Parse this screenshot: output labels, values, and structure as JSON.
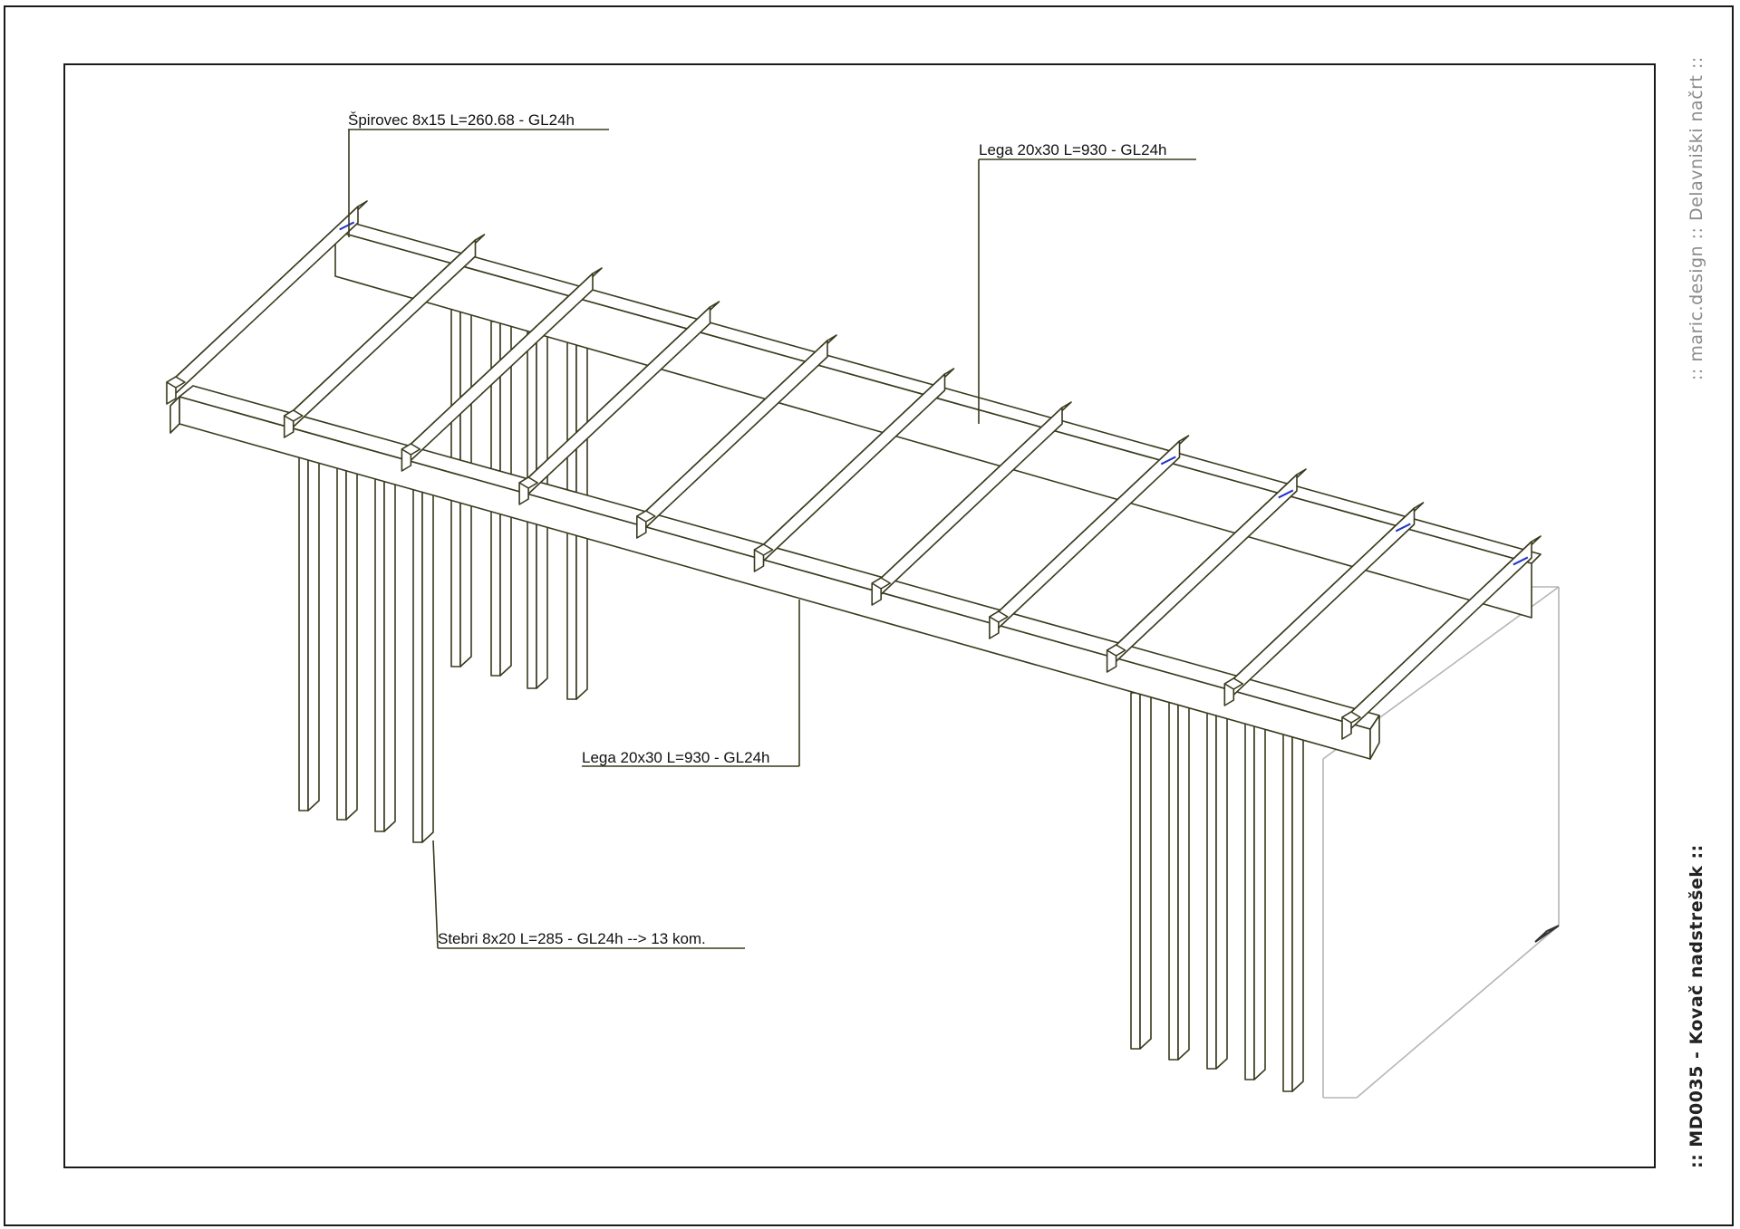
{
  "title_block": {
    "top_text": ":: maric.design :: Delavniški načrt ::",
    "bottom_text": ":: MD0035 - Kovač nadstrešek ::"
  },
  "labels": {
    "rafter": "Špirovec 8x15 L=260.68 - GL24h",
    "beam_back": "Lega 20x30 L=930 - GL24h",
    "beam_front": "Lega 20x30 L=930 - GL24h",
    "columns": "Stebri 8x20 L=285 - GL24h --> 13 kom."
  },
  "colors": {
    "frame": "#1a1a1a",
    "timber_line": "#3a3a1e",
    "timber_fill": "#ffffff",
    "wall_line": "#b5b5b5",
    "accent": "#2233cc",
    "side_text_light": "#8a8a8a",
    "side_text_dark": "#222222"
  }
}
